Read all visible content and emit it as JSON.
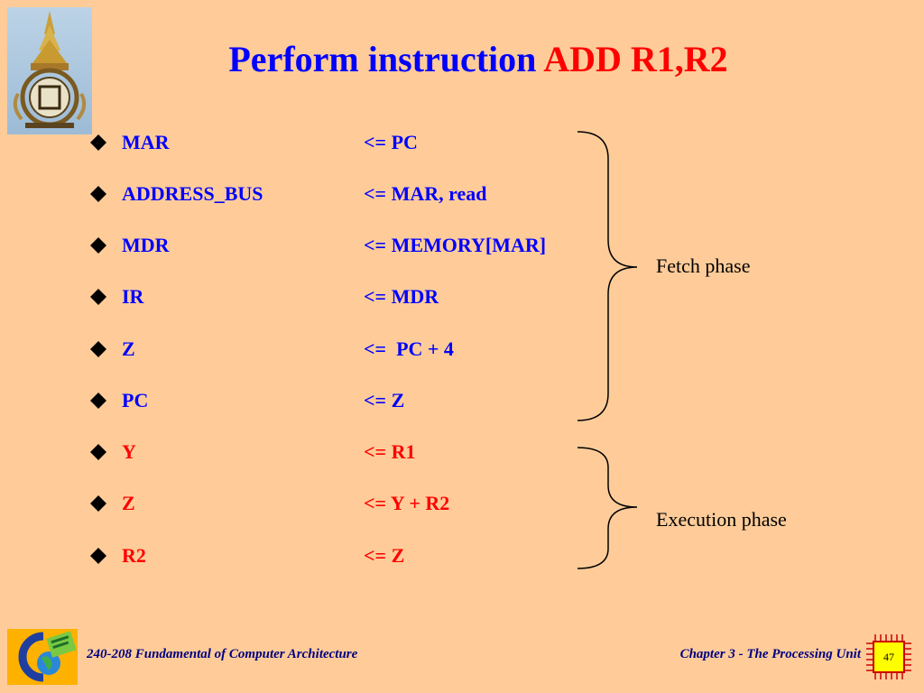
{
  "slide": {
    "title_main": "Perform instruction",
    "title_highlight": "ADD R1,R2"
  },
  "steps": [
    {
      "name": "MAR",
      "op": "<= PC",
      "phase": "fetch"
    },
    {
      "name": "ADDRESS_BUS",
      "op": "<= MAR, read",
      "phase": "fetch"
    },
    {
      "name": "MDR",
      "op": "<= MEMORY[MAR]",
      "phase": "fetch"
    },
    {
      "name": "IR",
      "op": "<= MDR",
      "phase": "fetch"
    },
    {
      "name": "Z",
      "op": "<=  PC + 4",
      "phase": "fetch"
    },
    {
      "name": "PC",
      "op": "<= Z",
      "phase": "fetch"
    },
    {
      "name": "Y",
      "op": "<= R1",
      "phase": "execution"
    },
    {
      "name": "Z",
      "op": "<= Y + R2",
      "phase": "execution"
    },
    {
      "name": "R2",
      "op": "<= Z",
      "phase": "execution"
    }
  ],
  "phases": {
    "fetch_label": "Fetch phase",
    "execution_label": "Execution phase"
  },
  "footer": {
    "course": "240-208 Fundamental of Computer Architecture",
    "chapter": "Chapter 3 - The Processing Unit",
    "page": "47"
  },
  "colors": {
    "background": "#FFCC99",
    "title_blue": "#0000FF",
    "highlight_red": "#FF0000",
    "footer_navy": "#000080"
  },
  "icons": {
    "top_logo": "university-emblem-icon",
    "bottom_logo": "department-logo-icon",
    "bullet": "diamond-bullet-icon",
    "page_chip": "chip-icon"
  }
}
